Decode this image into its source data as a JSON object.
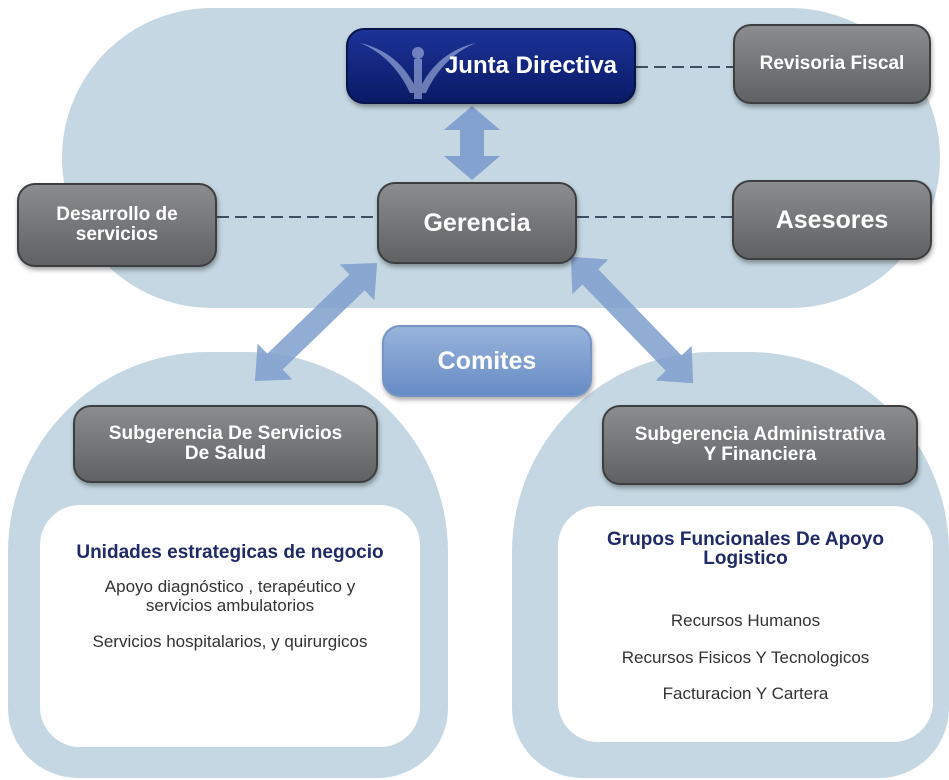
{
  "nodes": {
    "junta": "Junta Directiva",
    "revisoria": "Revisoria Fiscal",
    "desarrollo": "Desarrollo de servicios",
    "gerencia": "Gerencia",
    "asesores": "Asesores",
    "comites": "Comites",
    "sub_salud": "Subgerencia De Servicios De  Salud",
    "sub_admin": "Subgerencia Administrativa Y Financiera"
  },
  "left_card": {
    "heading": "Unidades estrategicas  de negocio",
    "items": [
      "Apoyo diagnóstico ,  terapéutico  y servicios  ambulatorios",
      "Servicios hospitalarios, y  quirurgicos"
    ]
  },
  "right_card": {
    "heading": "Grupos  Funcionales  De  Apoyo Logistico",
    "items": [
      "Recursos Humanos",
      "Recursos  Fisicos  Y Tecnologicos",
      "Facturacion Y Cartera"
    ]
  },
  "colors": {
    "background_shape": "#c4d7e2",
    "box_gray": "#6f7173",
    "junta_blue": "#0c1f70",
    "arrow_blue": "#7f9fcd",
    "heading_navy": "#1f2a66"
  }
}
